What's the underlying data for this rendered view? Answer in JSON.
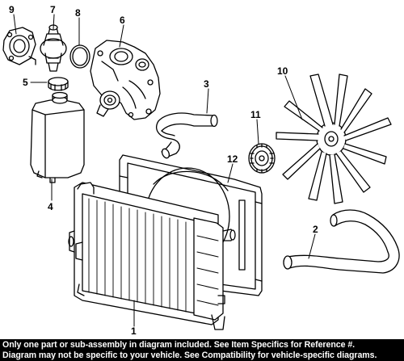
{
  "callouts": {
    "c1": "1",
    "c2": "2",
    "c3": "3",
    "c4": "4",
    "c5": "5",
    "c6": "6",
    "c7": "7",
    "c8": "8",
    "c9": "9",
    "c10": "10",
    "c11": "11",
    "c12": "12"
  },
  "footer": {
    "line1": "Only one part or sub-assembly in diagram included. See Item Specifics for Reference #.",
    "line2": "Diagram may not be specific to your vehicle. See Compatibility for vehicle-specific diagrams."
  },
  "colors": {
    "line": "#000000",
    "background": "#ffffff",
    "footer_bg": "#000000",
    "footer_text": "#ffffff"
  }
}
